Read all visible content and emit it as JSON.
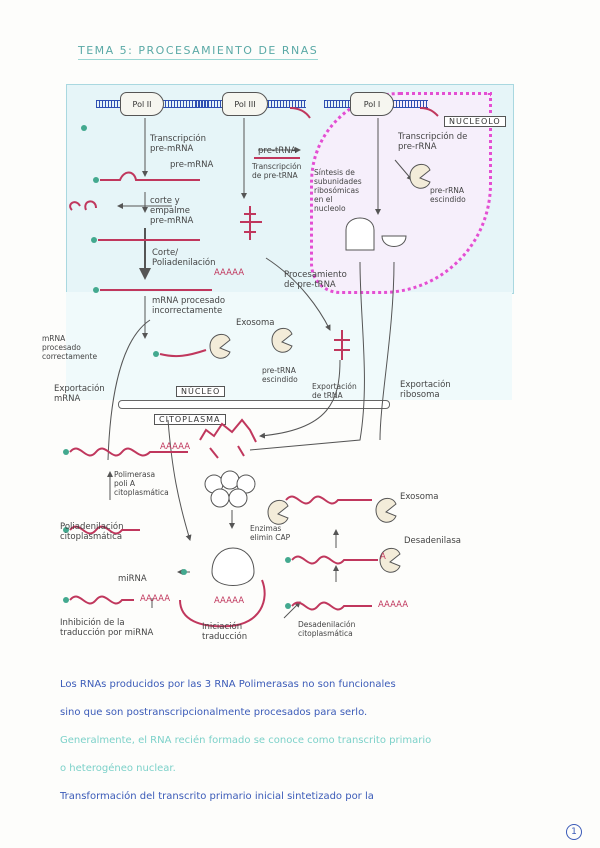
{
  "title": "TEMA 5: PROCESAMIENTO DE RNAS",
  "compartments": {
    "nucleolo": "NUCLEOLO",
    "nucleo": "NÚCLEO",
    "citoplasma": "CITOPLASMA"
  },
  "polymerases": {
    "pol2": "Pol II",
    "pol3": "Pol III",
    "pol1": "Pol I"
  },
  "labels": {
    "transcripcion_mrna": "Transcripción\npre-mRNA",
    "pre_mrna": "pre-mRNA",
    "corte_empalme": "corte y\nempalme\npre-mRNA",
    "corte_poliadenilacion": "Corte/\nPoliadenilación",
    "aaaaa": "AAAAA",
    "mrna_procesado_incorrectamente": "mRNA procesado\nincorrectamente",
    "exosoma": "Exosoma",
    "mrna_procesado_correctamente": "mRNA\nprocesado\ncorrectamente",
    "exportacion_mrna": "Exportación\nmRNA",
    "pre_trna": "pre-tRNA",
    "transcripcion_pre_trna": "Transcripción\nde pre-tRNA",
    "procesamiento_pre_trna": "Procesamiento\nde pre-tRNA",
    "pre_trna_escindido": "pre-tRNA\nescindido",
    "exportacion_trna": "Exportación\nde tRNA",
    "transcripcion_pre_rrna": "Transcripción de\npre-rRNA",
    "sintesis_subunidades": "Síntesis de\nsubunidades\nribosómicas\nen el\nnucleolo",
    "pre_rrna_escindido": "pre-rRNA\nescindido",
    "exportacion_ribosoma": "Exportación\nribosoma",
    "polimerasa_polia": "Polimerasa\npoli A\ncitoplasmática",
    "poliadenilacion": "Poliadenilación\ncitoplasmática",
    "mirna": "miRNA",
    "inhibicion_traduccion": "Inhibición de la\ntraducción por miRNA",
    "iniciacion_traduccion": "Iniciación\ntraducción",
    "desadenilacion": "Desadenilación\ncitoplasmática",
    "enzimas_cap": "Enzimas\nelimin CAP",
    "exosoma_cyto": "Exosoma",
    "desadenilasa": "Desadenilasa",
    "a": "A"
  },
  "paragraphs": [
    "Los RNAs producidos por las 3 RNA Polimerasas no son funcionales",
    "sino que son postranscripcionalmente procesados para serlo.",
    "Generalmente, el RNA recién formado se conoce como transcrito primario",
    "o heterogéneo nuclear.",
    "Transformación del transcrito primario inicial sintetizado por la"
  ],
  "page_number": "1",
  "colors": {
    "rna": "#c0375d",
    "nucleolus_border": "#e34fd3",
    "text_blue": "#3b5bb8",
    "text_teal": "#7cd1c9"
  }
}
